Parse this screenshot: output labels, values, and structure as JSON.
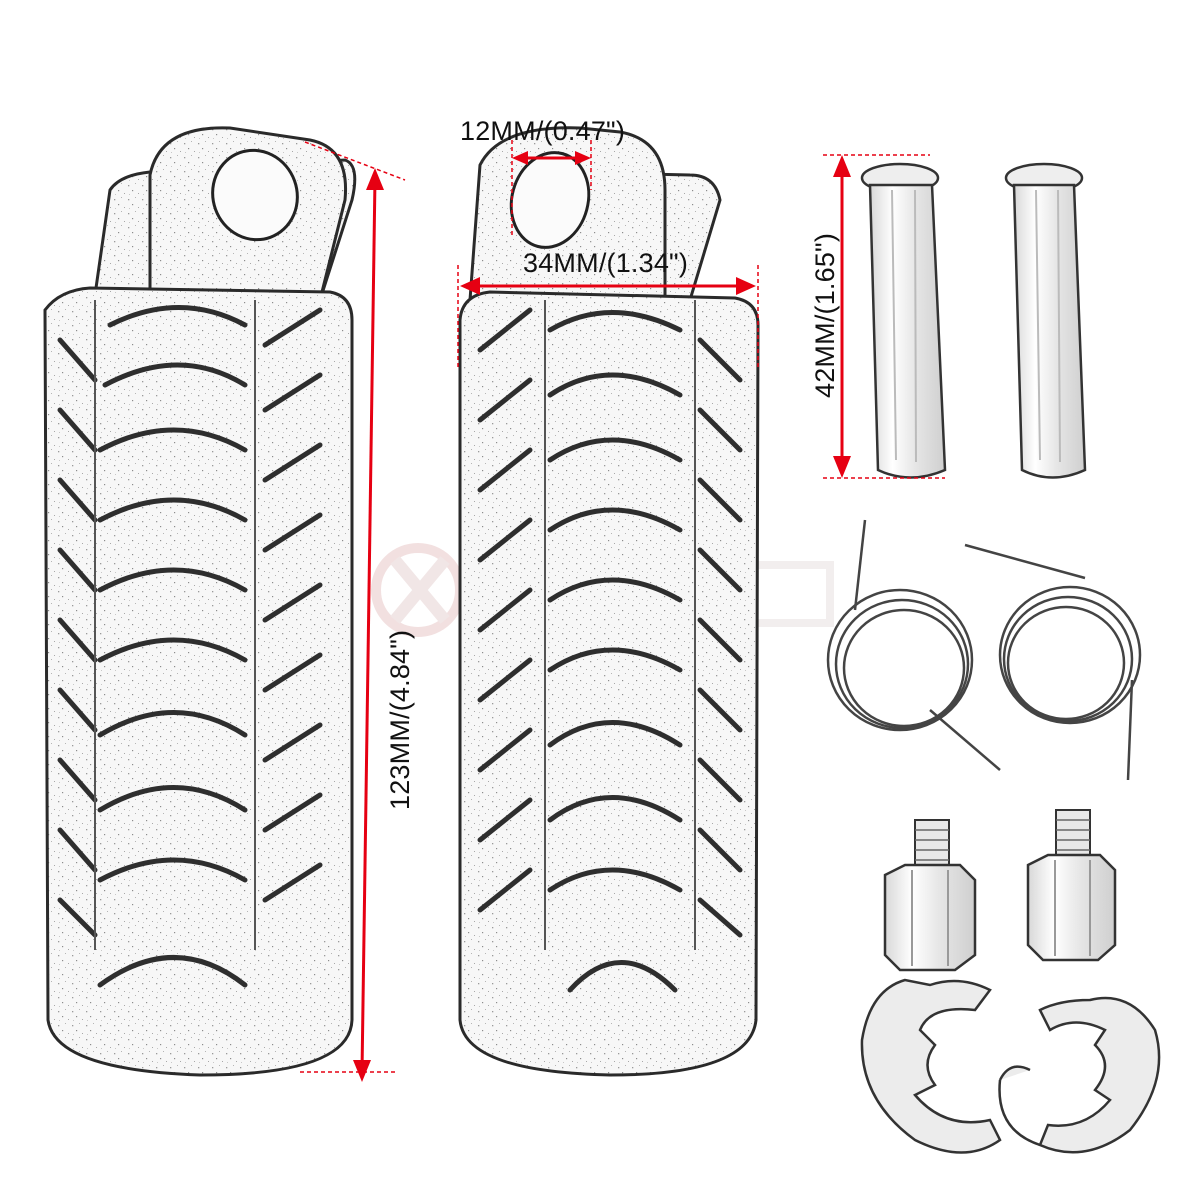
{
  "dimensions": {
    "peg_length": "123MM/(4.84\")",
    "peg_width": "34MM/(1.34\")",
    "mount_hole": "12MM/(0.47\")",
    "pin_length": "42MM/(1.65\")"
  },
  "colors": {
    "dimension_line": "#e60012",
    "outline": "#2a2a2a",
    "watermark": "#e9d8d8"
  },
  "watermark_icon": "brand-logo-watermark"
}
